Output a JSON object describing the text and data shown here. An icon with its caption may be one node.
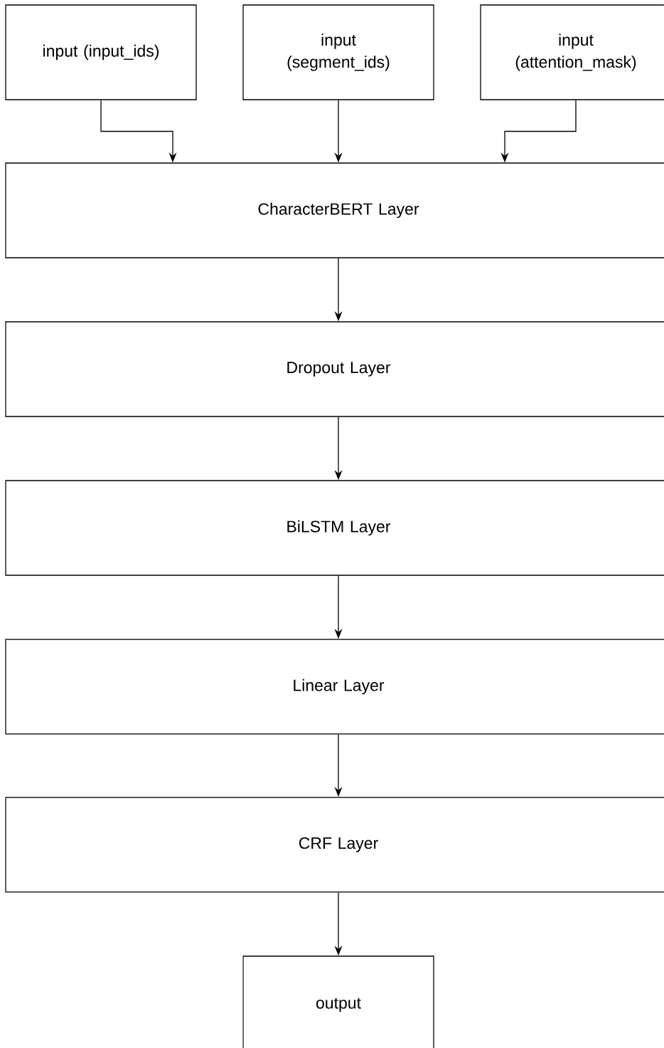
{
  "diagram": {
    "nodes": [
      {
        "text": [
          "input (input_ids)"
        ]
      },
      {
        "text": [
          "input (segment_ids)"
        ]
      },
      {
        "text": [
          "input (attention_mask)"
        ]
      },
      {
        "text": [
          "CharacterBERT Layer"
        ]
      },
      {
        "text": [
          "Dropout Layer"
        ]
      },
      {
        "text": [
          "BiLSTM Layer"
        ]
      },
      {
        "text": [
          "Linear Layer"
        ]
      },
      {
        "text": [
          "CRF Layer"
        ]
      },
      {
        "text": [
          "output"
        ]
      }
    ],
    "edges": [
      {
        "from": 0,
        "to": 3,
        "arrow": "to"
      },
      {
        "from": 1,
        "to": 3,
        "arrow": "to"
      },
      {
        "from": 2,
        "to": 3,
        "arrow": "to"
      },
      {
        "from": 3,
        "to": 4,
        "arrow": "to"
      },
      {
        "from": 4,
        "to": 5,
        "arrow": "to"
      },
      {
        "from": 5,
        "to": 6,
        "arrow": "to"
      },
      {
        "from": 6,
        "to": 7,
        "arrow": "to"
      },
      {
        "from": 7,
        "to": 8,
        "arrow": "to"
      }
    ]
  }
}
